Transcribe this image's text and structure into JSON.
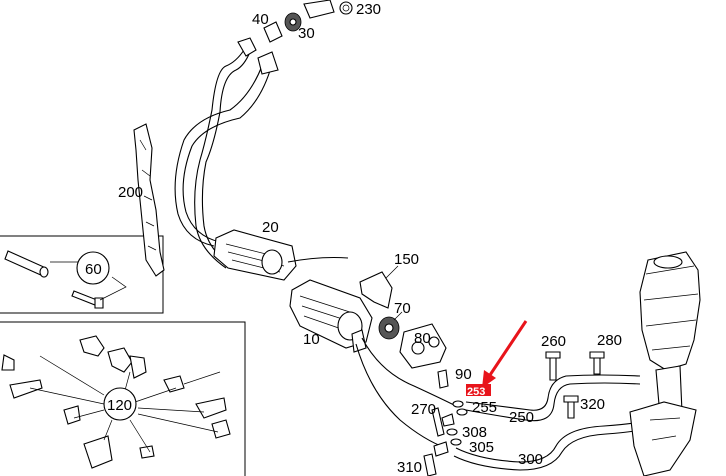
{
  "callouts": {
    "l10": "10",
    "l20": "20",
    "l30": "30",
    "l40": "40",
    "l60": "60",
    "l70": "70",
    "l80": "80",
    "l90": "90",
    "l120": "120",
    "l150": "150",
    "l200": "200",
    "l230": "230",
    "l250": "250",
    "l253": "253",
    "l255": "255",
    "l260": "260",
    "l270": "270",
    "l280": "280",
    "l300": "300",
    "l305": "305",
    "l308": "308",
    "l310": "310",
    "l320": "320"
  },
  "colors": {
    "highlight": "#e8141b",
    "arrow": "#e8141b",
    "line": "#000000",
    "background": "#ffffff"
  }
}
